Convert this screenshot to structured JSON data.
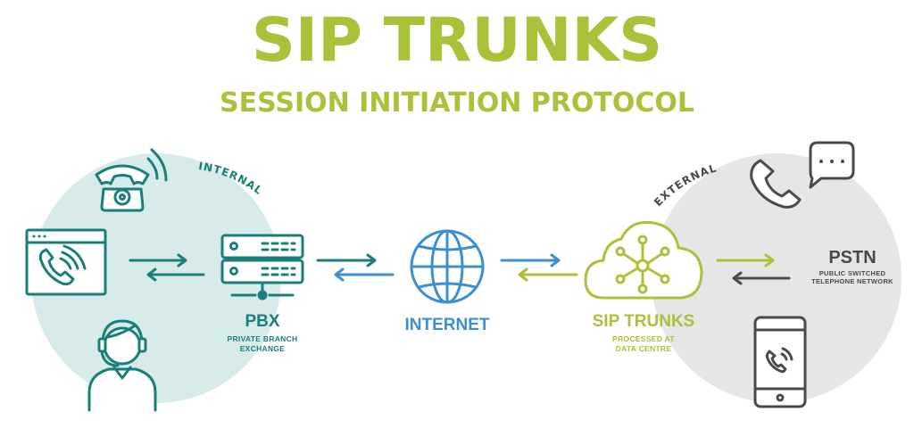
{
  "header": {
    "title": "SIP TRUNKS",
    "subtitle": "SESSION INITIATION PROTOCOL"
  },
  "zones": {
    "internal_label": "INTERNAL",
    "external_label": "EXTERNAL"
  },
  "nodes": {
    "pbx": {
      "title": "PBX",
      "line1": "PRIVATE BRANCH",
      "line2": "EXCHANGE"
    },
    "internet": {
      "title": "INTERNET"
    },
    "sip": {
      "title": "SIP TRUNKS",
      "line1": "PROCESSED AT",
      "line2": "DATA CENTRE"
    },
    "pstn": {
      "title": "PSTN",
      "line1": "PUBLIC SWITCHED",
      "line2": "TELEPHONE NETWORK"
    }
  },
  "colors": {
    "green": "#a8c23a",
    "teal": "#1a7f7a",
    "blue": "#3d8fcf",
    "grey": "#4a4a4a",
    "internal_circle": "#d8ebeb",
    "external_circle": "#e6e6e6"
  },
  "icons": [
    "desk-phone-icon",
    "softphone-window-icon",
    "agent-headset-icon",
    "server-icon",
    "globe-icon",
    "cloud-network-icon",
    "phone-speech-bubble-icon",
    "smartphone-icon"
  ]
}
